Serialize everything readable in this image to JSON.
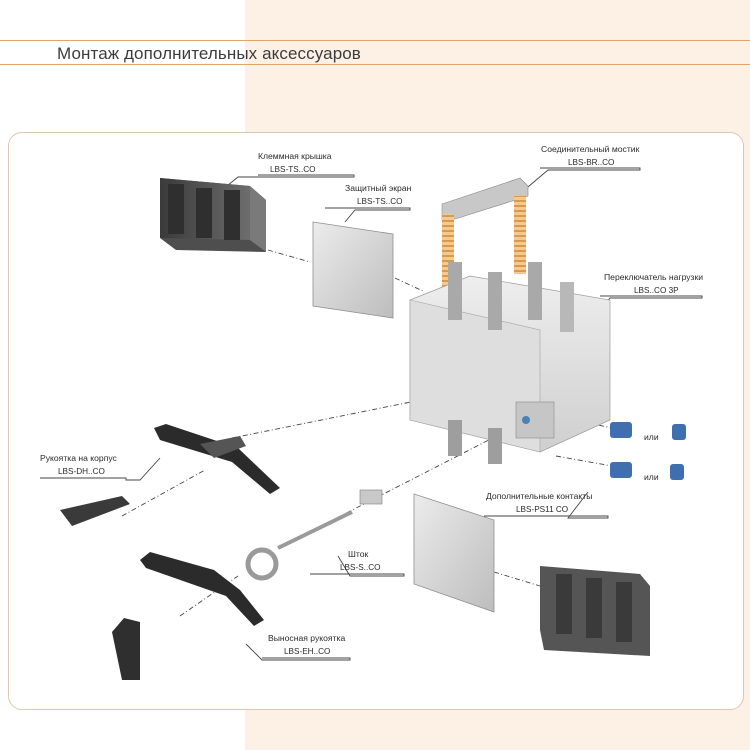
{
  "header": {
    "title": "Монтаж дополнительных аксессуаров"
  },
  "callouts": {
    "terminal_cover": {
      "label": "Клеммная крышка",
      "code": "LBS-TS..CO"
    },
    "shield": {
      "label": "Защитный экран",
      "code": "LBS-TS..CO"
    },
    "bridge": {
      "label": "Соединительный мостик",
      "code": "LBS-BR..CO"
    },
    "switch": {
      "label": "Переключатель нагрузки",
      "code": "LBS..CO  3P"
    },
    "front_handle": {
      "label": "Рукоятка на корпус",
      "code": "LBS-DH..CO"
    },
    "aux_contacts": {
      "label": "Дополнительные контакты",
      "code": "LBS-PS11 CO"
    },
    "shaft": {
      "label": "Шток",
      "code": "LBS-S..CO"
    },
    "ext_handle": {
      "label": "Выносная рукоятка",
      "code": "LBS-EH..CO"
    }
  },
  "alternatives": {
    "or_1": "или",
    "or_2": "или"
  },
  "colors": {
    "accent_rule": "#e4a36a",
    "band": "#fdf1e6",
    "panel_border": "#dcc7b3",
    "bridge_orange": "#eab97a"
  }
}
